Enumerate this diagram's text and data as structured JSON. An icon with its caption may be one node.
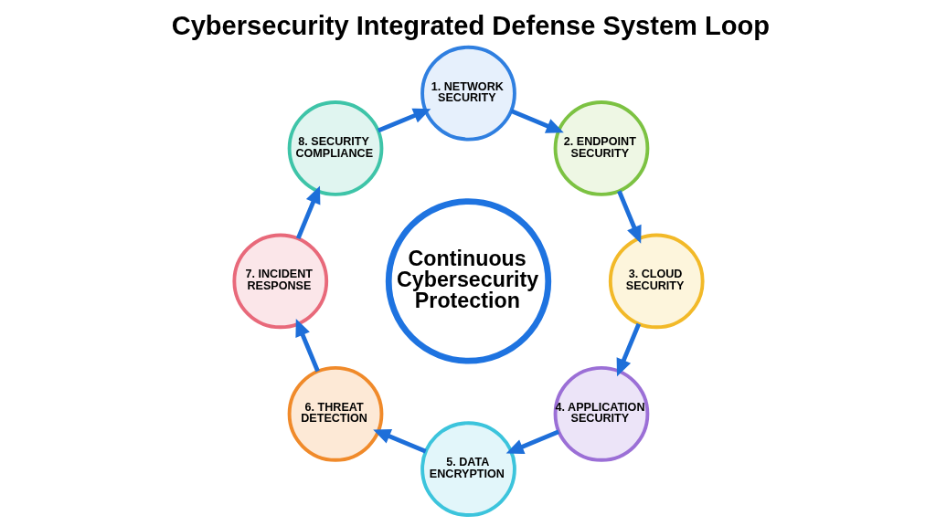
{
  "diagram": {
    "title": "Cybersecurity Integrated Defense System Loop",
    "nodes": [
      {
        "text": [
          "1. NETWORK SECURITY"
        ]
      },
      {
        "text": [
          "2. ENDPOINT SECURITY"
        ]
      },
      {
        "text": [
          "3. CLOUD SECURITY"
        ]
      },
      {
        "text": [
          "4. APPLICATION SECURITY"
        ]
      },
      {
        "text": [
          "5. DATA ENCRYPTION"
        ]
      },
      {
        "text": [
          "6. THREAT DETECTION"
        ]
      },
      {
        "text": [
          "7. INCIDENT RESPONSE"
        ]
      },
      {
        "text": [
          "8. SECURITY COMPLIANCE"
        ]
      },
      {
        "text": [
          "Continuous Cybersecurity Protection"
        ]
      }
    ],
    "edges": [
      {
        "from": 0,
        "to": 1,
        "arrow": "to"
      },
      {
        "from": 1,
        "to": 2,
        "arrow": "to"
      },
      {
        "from": 2,
        "to": 3,
        "arrow": "to"
      },
      {
        "from": 3,
        "to": 4,
        "arrow": "to"
      },
      {
        "from": 4,
        "to": 5,
        "arrow": "to"
      },
      {
        "from": 5,
        "to": 6,
        "arrow": "to"
      },
      {
        "from": 6,
        "to": 7,
        "arrow": "to"
      },
      {
        "from": 7,
        "to": 0,
        "arrow": "to"
      }
    ]
  }
}
